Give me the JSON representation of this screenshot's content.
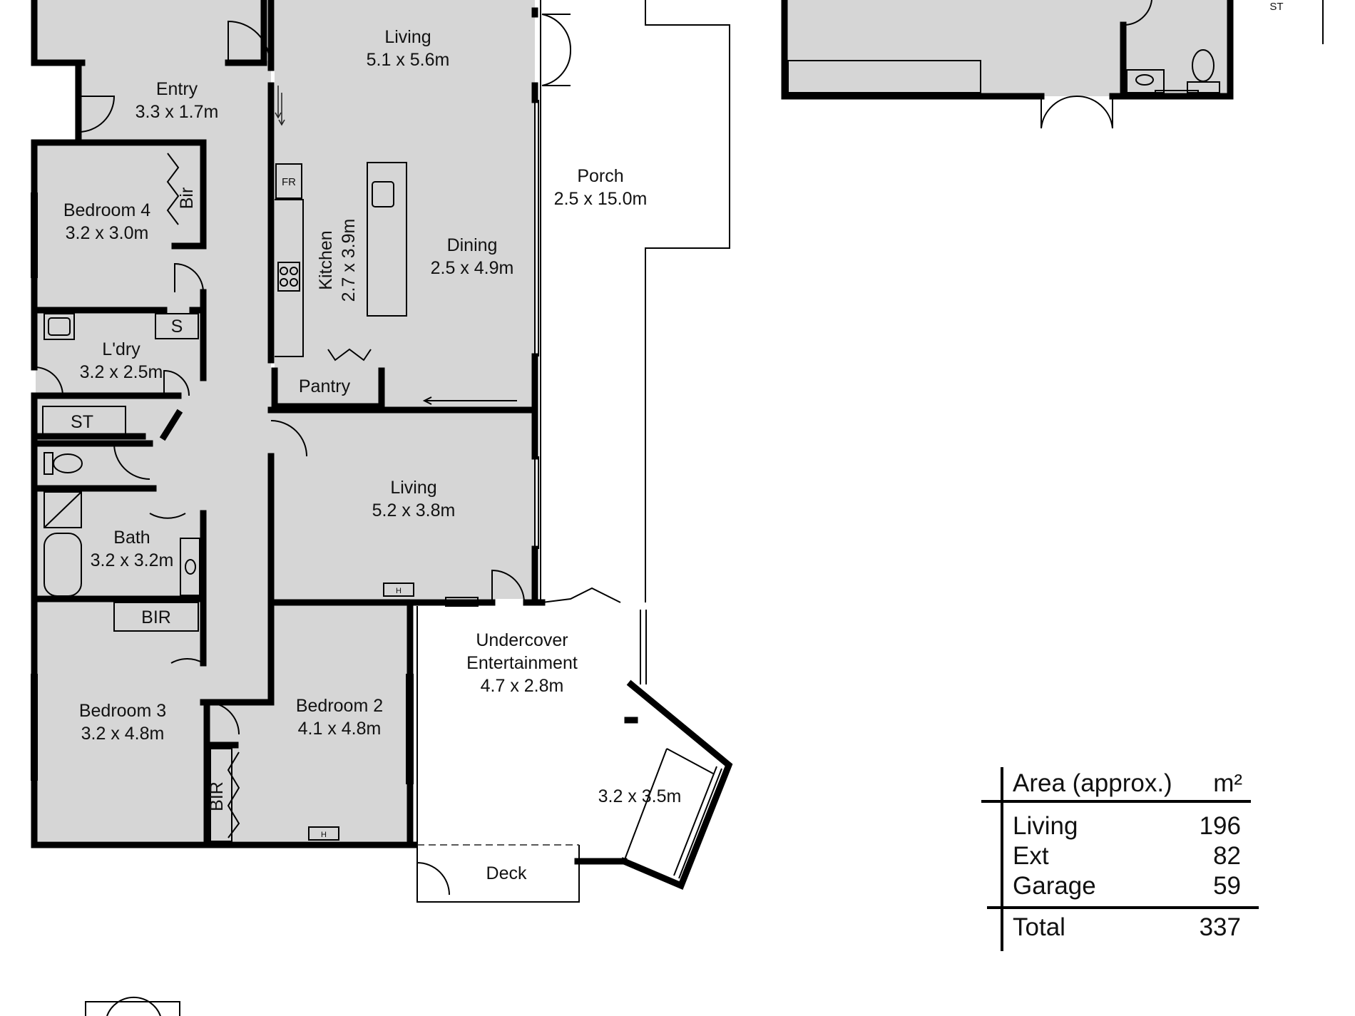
{
  "rooms": {
    "living_main": {
      "name": "Living",
      "dims": "5.1 x 5.6m"
    },
    "entry": {
      "name": "Entry",
      "dims": "3.3 x 1.7m"
    },
    "bedroom4": {
      "name": "Bedroom 4",
      "dims": "3.2 x 3.0m"
    },
    "bedroom4_robe": "Bir",
    "kitchen": {
      "name": "Kitchen",
      "dims": "2.7 x 3.9m"
    },
    "fridge": "FR",
    "dining": {
      "name": "Dining",
      "dims": "2.5 x 4.9m"
    },
    "porch": {
      "name": "Porch",
      "dims": "2.5 x 15.0m"
    },
    "laundry": {
      "name": "L'dry",
      "dims": "3.2 x 2.5m"
    },
    "shower_cupboard": "S",
    "store": "ST",
    "pantry": "Pantry",
    "living2": {
      "name": "Living",
      "dims": "5.2 x 3.8m"
    },
    "bath": {
      "name": "Bath",
      "dims": "3.2 x 3.2m"
    },
    "bir_upper": "BIR",
    "bedroom3": {
      "name": "Bedroom 3",
      "dims": "3.2 x 4.8m"
    },
    "bedroom2": {
      "name": "Bedroom 2",
      "dims": "4.1 x 4.8m"
    },
    "bir_lower": "BIR",
    "heater1": "H",
    "heater2": "H",
    "undercover": {
      "line1": "Undercover",
      "line2": "Entertainment",
      "dims": "4.7 x 2.8m"
    },
    "extension_dims": "3.2 x 3.5m",
    "deck": "Deck",
    "garage_store": "ST"
  },
  "area_table": {
    "header_label": "Area (approx.)",
    "header_unit": "m²",
    "rows": [
      {
        "label": "Living",
        "value": "196"
      },
      {
        "label": "Ext",
        "value": "82"
      },
      {
        "label": "Garage",
        "value": "59"
      }
    ],
    "total_label": "Total",
    "total_value": "337"
  },
  "colors": {
    "floor": "#d6d6d6",
    "wall": "#000000",
    "background": "#ffffff"
  }
}
